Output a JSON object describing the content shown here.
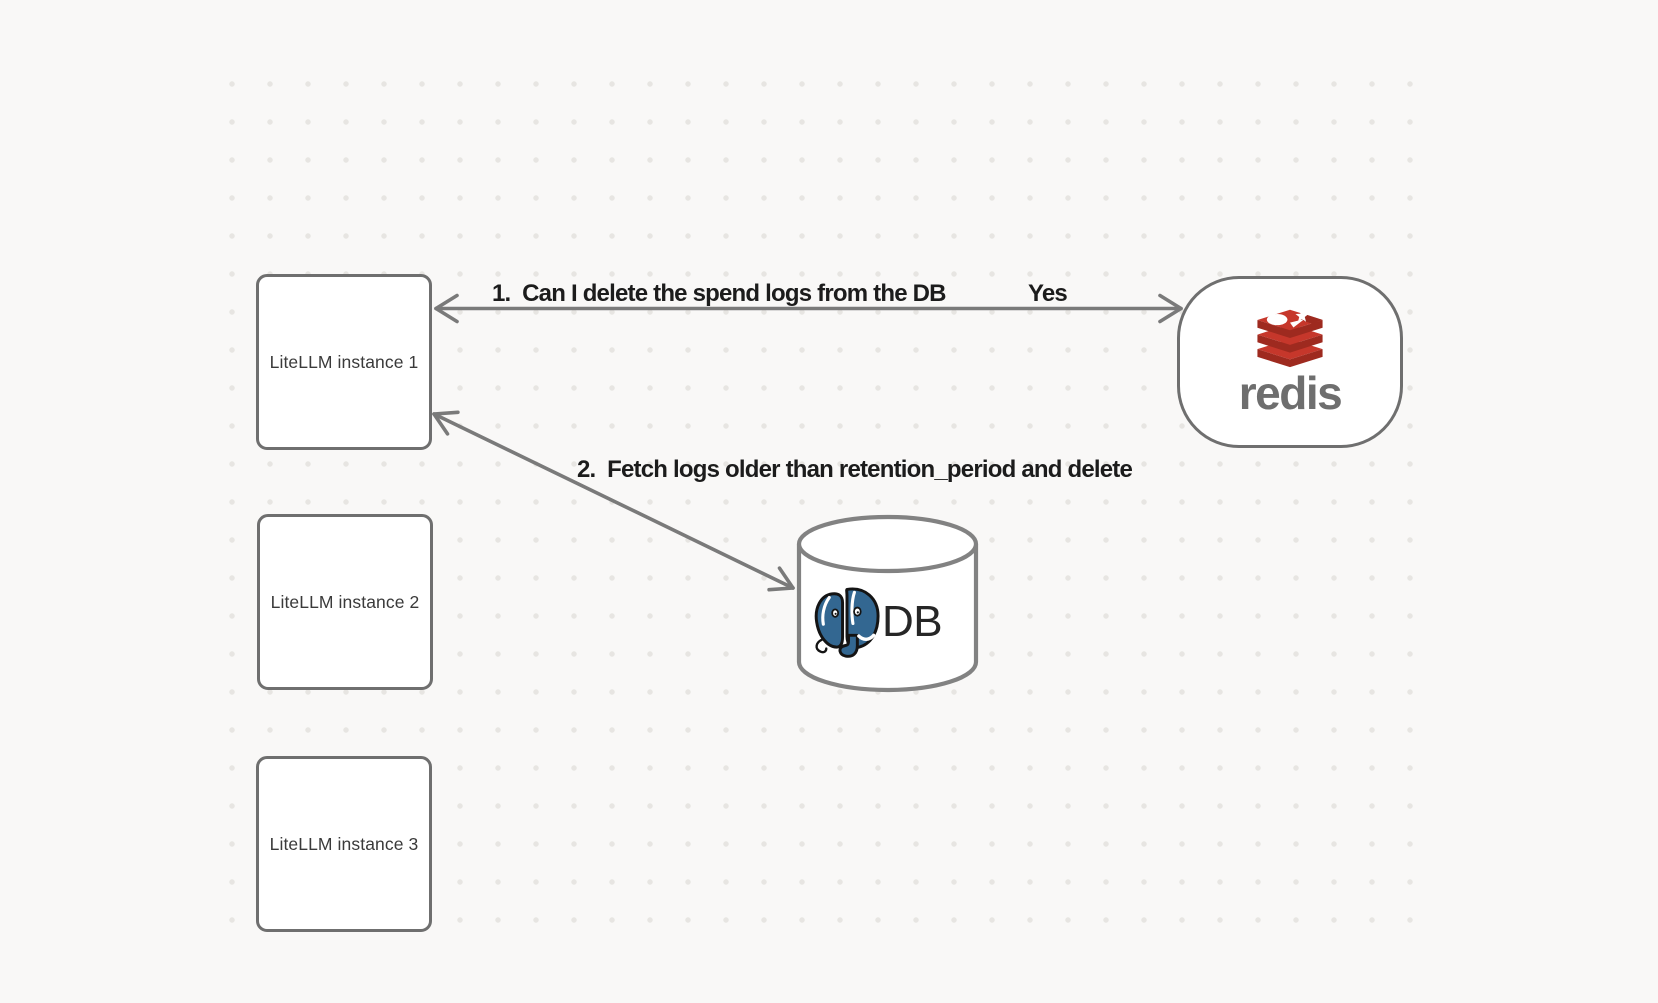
{
  "canvas": {
    "background_color": "#f9f8f7",
    "dot_color": "#e7e5e2"
  },
  "nodes": {
    "instance1": {
      "label": "LiteLLM instance 1"
    },
    "instance2": {
      "label": "LiteLLM instance 2"
    },
    "instance3": {
      "label": "LiteLLM instance 3"
    },
    "redis": {
      "wordmark": "redis",
      "icon": "redis-stack-icon",
      "colors": {
        "red": "#c6372b",
        "dark_red": "#9e2a1f",
        "shapes": "#ffffff",
        "wordmark": "#6e6e6e"
      }
    },
    "database": {
      "label": "DB",
      "icon": "postgresql-elephant-icon",
      "colors": {
        "blue": "#336791",
        "outline": "#141414",
        "details": "#ffffff"
      }
    }
  },
  "edges": {
    "edge1": {
      "label": "1.  Can I delete the spend logs from the DB",
      "reply": "Yes",
      "from": "instance1",
      "to": "redis"
    },
    "edge2": {
      "label": "2.  Fetch logs older than retention_period and delete",
      "from": "instance1",
      "to": "database"
    }
  },
  "style": {
    "node_border_color": "#6f6f6f",
    "node_fill_color": "#ffffff",
    "arrow_color": "#7a7a7a",
    "edge_label_color": "#1c1c1c",
    "node_label_color": "#3a3a3a"
  }
}
